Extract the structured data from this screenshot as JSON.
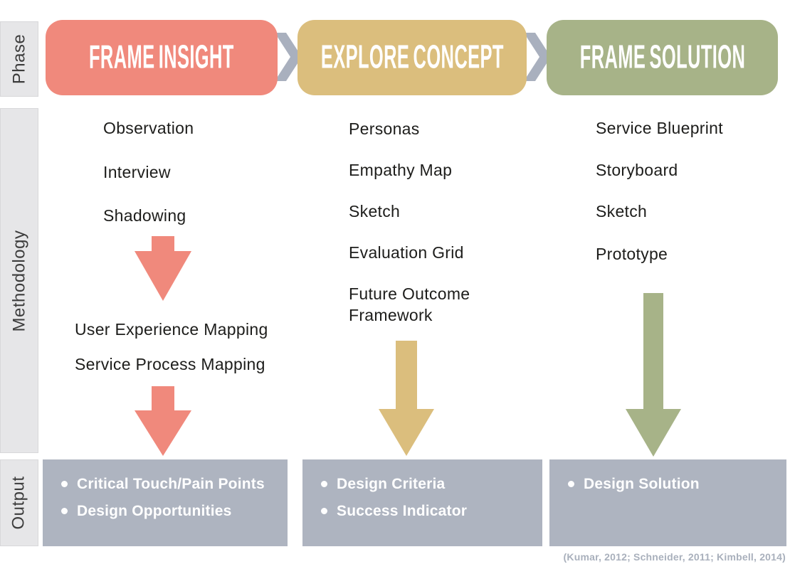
{
  "row_labels": {
    "phase": "Phase",
    "methodology": "Methodology",
    "output": "Output"
  },
  "phases": [
    {
      "label": "FRAME INSIGHT",
      "color": "#F0897C"
    },
    {
      "label": "EXPLORE CONCEPT",
      "color": "#DBBE7D"
    },
    {
      "label": "FRAME SOLUTION",
      "color": "#A7B388"
    }
  ],
  "methodology": {
    "frame_insight": {
      "primary": [
        "Observation",
        "Interview",
        "Shadowing"
      ],
      "secondary": [
        "User Experience Mapping",
        "Service Process Mapping"
      ],
      "arrow_color": "#F0897C"
    },
    "explore_concept": {
      "primary": [
        "Personas",
        "Empathy Map",
        "Sketch",
        "Evaluation Grid",
        "Future Outcome Framework"
      ],
      "arrow_color": "#DBBE7D"
    },
    "frame_solution": {
      "primary": [
        "Service Blueprint",
        "Storyboard",
        "Sketch",
        "Prototype"
      ],
      "arrow_color": "#A7B388"
    }
  },
  "outputs": {
    "box_color": "#AEB4C0",
    "frame_insight": [
      "Critical Touch/Pain Points",
      "Design Opportunities"
    ],
    "explore_concept": [
      "Design Criteria",
      "Success Indicator"
    ],
    "frame_solution": [
      "Design Solution"
    ]
  },
  "citation": "(Kumar, 2012; Schneider, 2011; Kimbell, 2014)",
  "colors": {
    "sidebar": "#E6E6E8",
    "chevron": "#A9B0BE",
    "body_text": "#1D1D1B",
    "output_text": "#FFFFFF",
    "citation_text": "#A9B0BC"
  }
}
